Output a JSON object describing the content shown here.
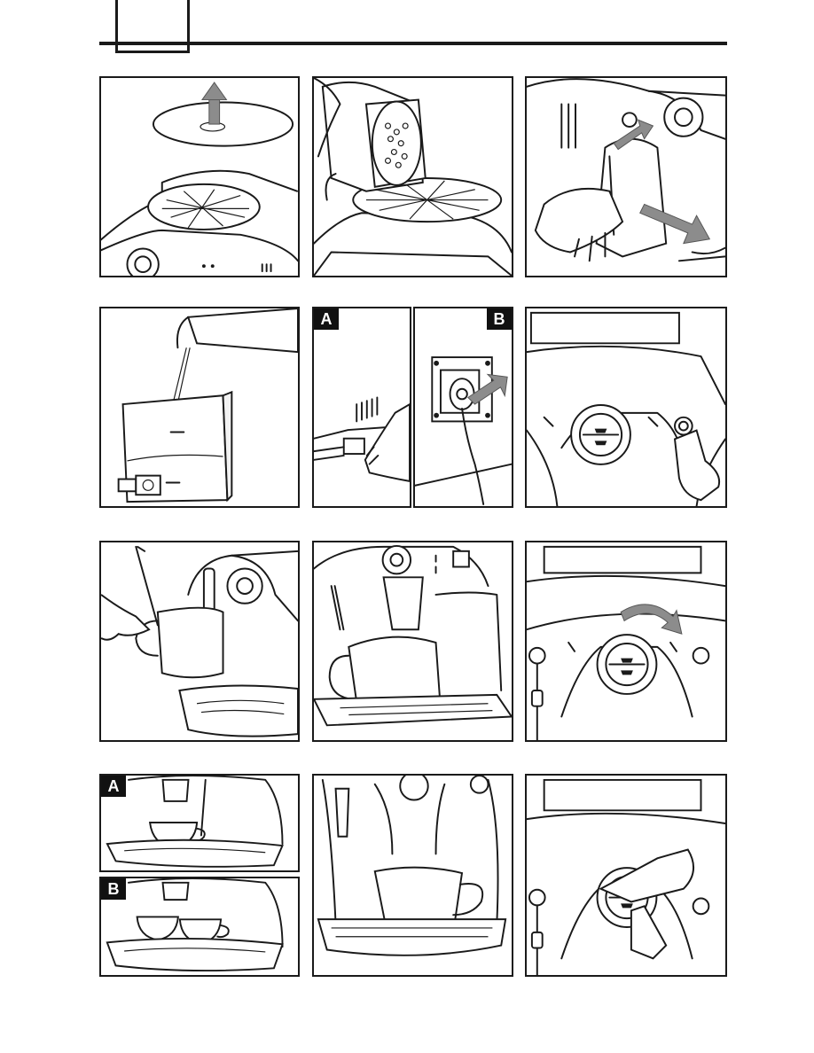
{
  "page": {
    "colors": {
      "ink": "#1a1a1a",
      "arrow": "#8c8c8c",
      "label_bg": "#111111",
      "label_fg": "#ffffff"
    },
    "icons": [
      "arrow-up-icon",
      "arrow-right-icon",
      "finger-press-icon",
      "power-button-icon",
      "coffee-cup-icon"
    ]
  },
  "panels": {
    "p2a": {
      "label": "A"
    },
    "p2b": {
      "label": "B"
    },
    "p4a": {
      "label": "A"
    },
    "p4b": {
      "label": "B"
    }
  }
}
